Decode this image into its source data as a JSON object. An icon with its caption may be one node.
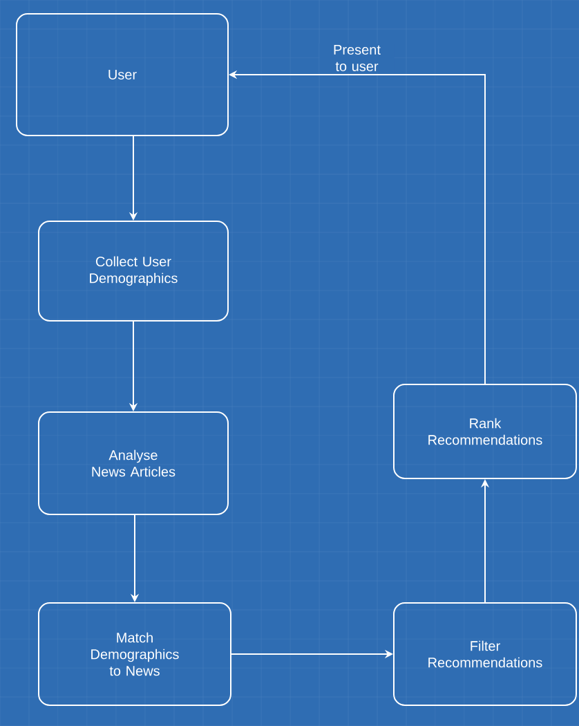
{
  "diagram": {
    "nodes": [
      {
        "text": [
          "User"
        ]
      },
      {
        "text": [
          "Collect User Demographics"
        ]
      },
      {
        "text": [
          "Analyse News Articles"
        ]
      },
      {
        "text": [
          "Match Demographics to News"
        ]
      },
      {
        "text": [
          "Filter Recommendations"
        ]
      },
      {
        "text": [
          "Rank Recommendations"
        ]
      }
    ],
    "edges": [
      {
        "from": 0,
        "to": 1,
        "arrow": "to"
      },
      {
        "from": 1,
        "to": 2,
        "arrow": "to"
      },
      {
        "from": 2,
        "to": 3,
        "arrow": "to"
      },
      {
        "from": 3,
        "to": 4,
        "arrow": "to"
      },
      {
        "from": 4,
        "to": 5,
        "arrow": "to"
      },
      {
        "from": 5,
        "to": 0,
        "arrow": "to",
        "label": "Present to user"
      }
    ]
  }
}
